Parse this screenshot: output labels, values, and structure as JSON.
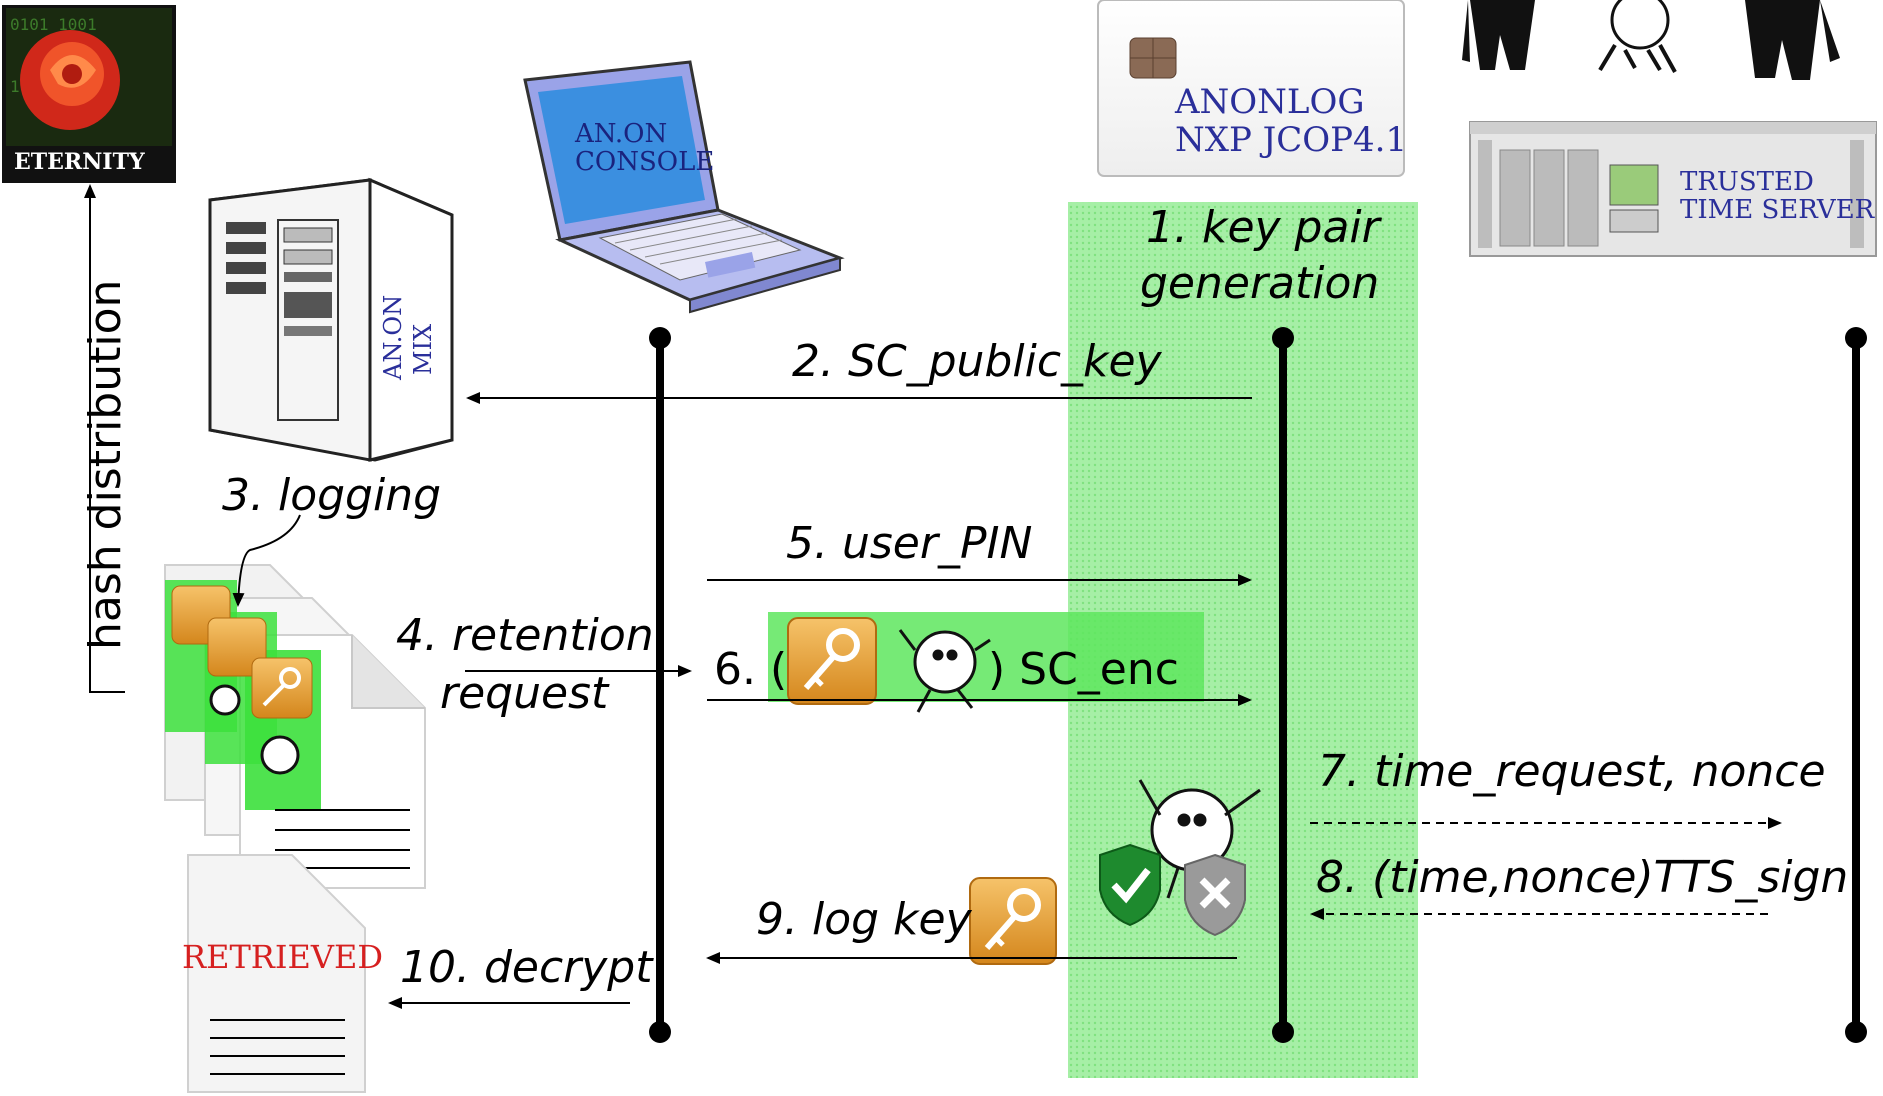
{
  "figure": {
    "eternity_label": "ETERNITY",
    "mix_label_1": "AN.ON",
    "mix_label_2": "MIX",
    "console_label_1": "AN.ON",
    "console_label_2": "CONSOLE",
    "card_label_1": "ANONLOG",
    "card_label_2": "NXP JCOP4.1",
    "tts_label_1": "TRUSTED",
    "tts_label_2": "TIME SERVER",
    "retrieved_label": "RETRIEVED",
    "hash_distribution": "hash distribution"
  },
  "steps": {
    "s1_line1": "1. key pair",
    "s1_line2": "generation",
    "s2": "2. SC_public_key",
    "s3": "3. logging",
    "s4_line1": "4. retention",
    "s4_line2": "request",
    "s5": "5. user_PIN",
    "s6_prefix": "6. (",
    "s6_suffix": ") SC_enc",
    "s7": "7. time_request, nonce",
    "s8": "8. (time,nonce)TTS_sign",
    "s9": "9. log key",
    "s10": "10. decrypt"
  },
  "colors": {
    "highlight_green": "#7be37b",
    "label_blue": "#2a2f9a",
    "retrieved_red": "#d62020",
    "key_orange": "#e39a2a"
  }
}
